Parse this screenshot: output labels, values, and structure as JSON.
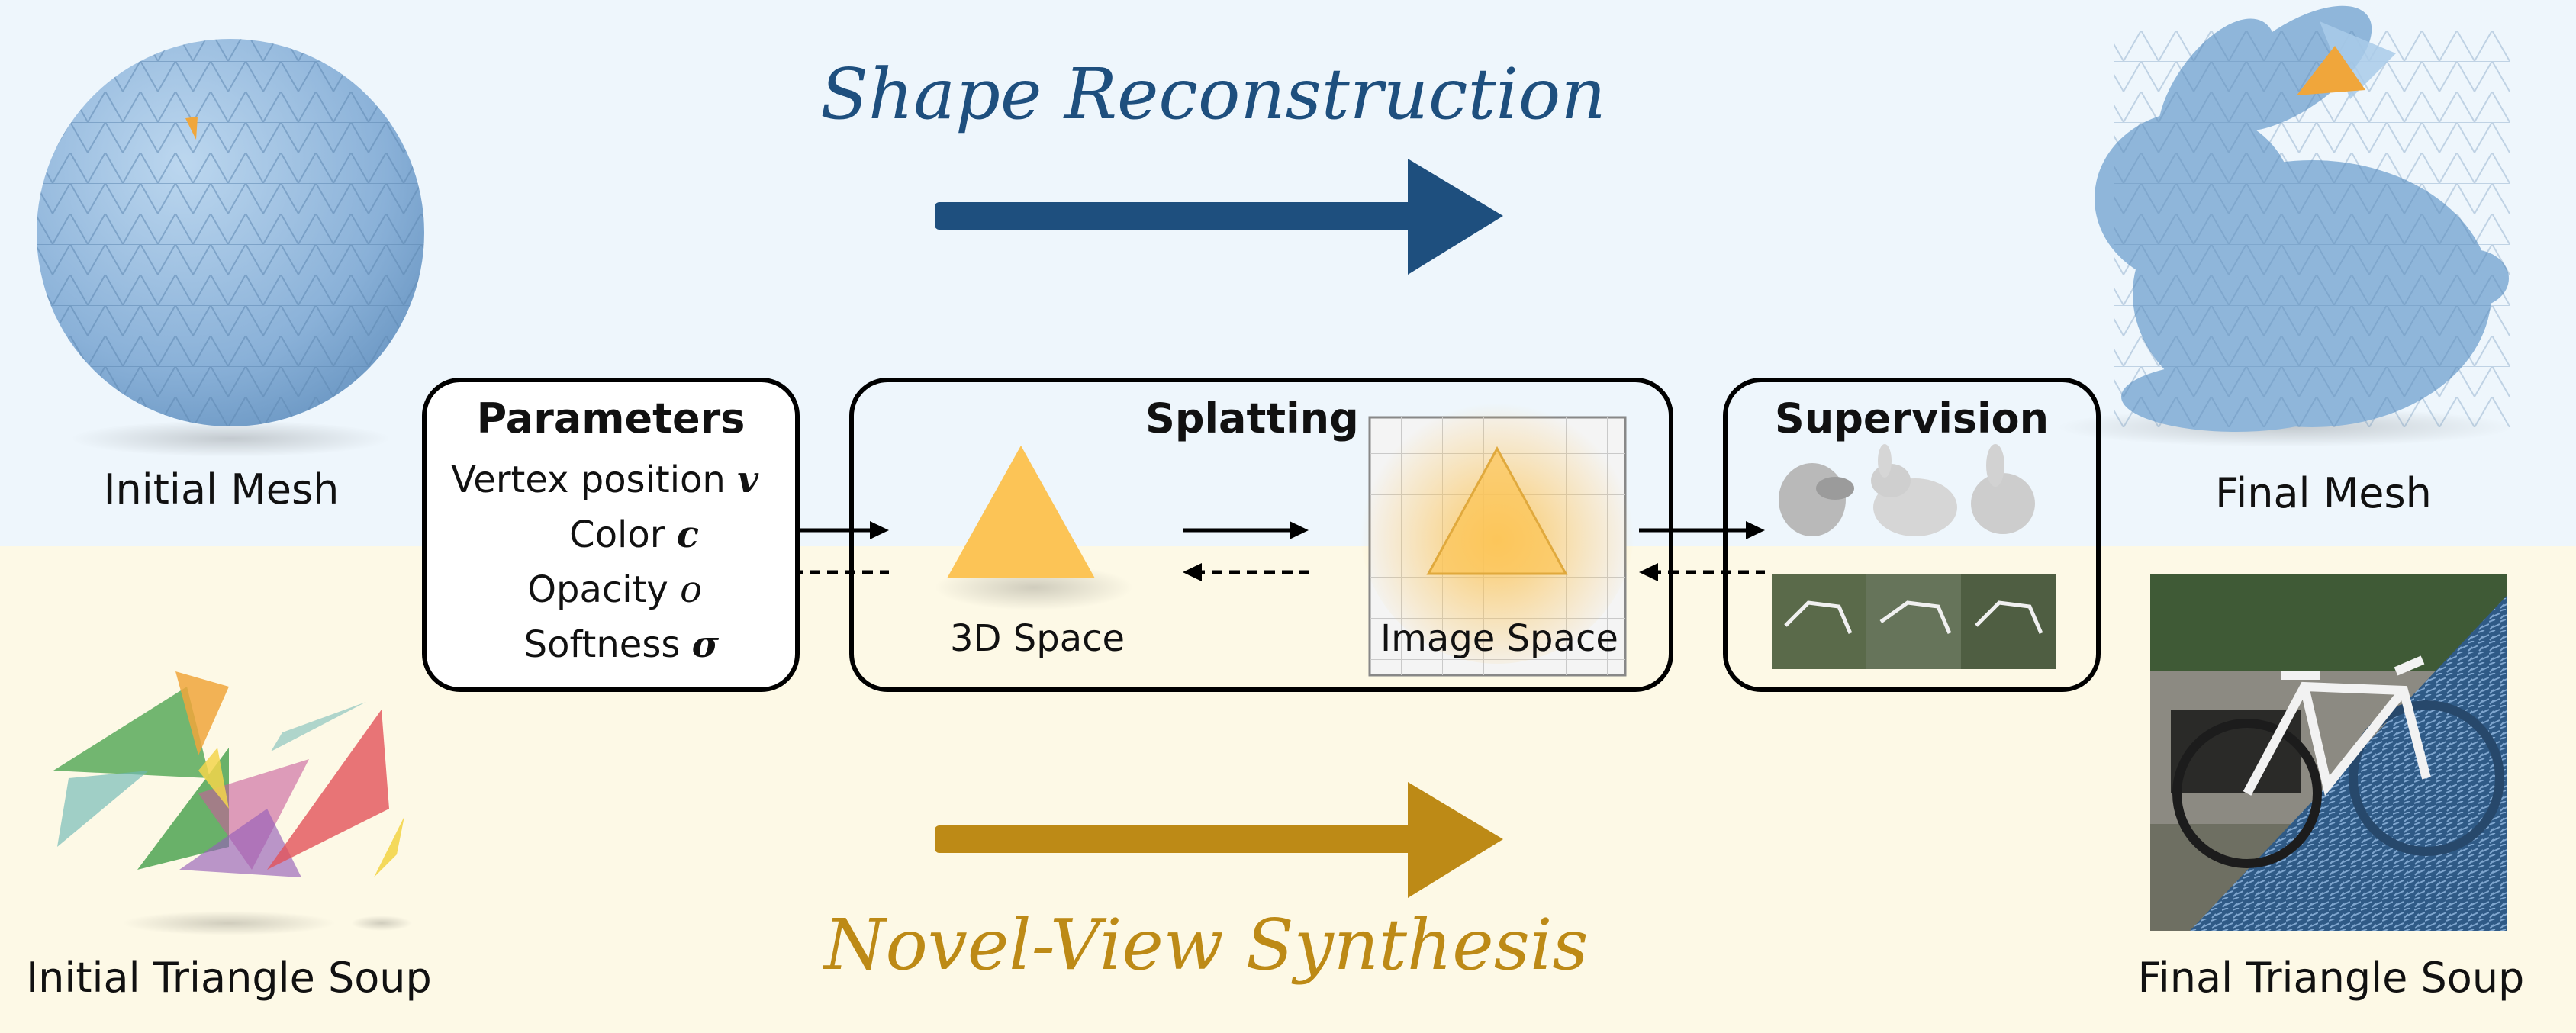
{
  "titles": {
    "top": "Shape Reconstruction",
    "bottom": "Novel-View Synthesis"
  },
  "labels": {
    "initial_mesh": "Initial Mesh",
    "final_mesh": "Final Mesh",
    "initial_soup": "Initial Triangle Soup",
    "final_soup": "Final Triangle Soup"
  },
  "parameters": {
    "title": "Parameters",
    "items": [
      {
        "text": "Vertex position",
        "symbol": "v"
      },
      {
        "text": "Color",
        "symbol": "c"
      },
      {
        "text": "Opacity",
        "symbol": "o"
      },
      {
        "text": "Softness",
        "symbol": "σ"
      }
    ]
  },
  "splatting": {
    "title": "Splatting",
    "space_3d": "3D Space",
    "space_image": "Image Space"
  },
  "supervision": {
    "title": "Supervision"
  },
  "colors": {
    "top_band": "#eef6fc",
    "bottom_band": "#fdf9e6",
    "top_arrow": "#1e4f7e",
    "bottom_arrow": "#bd8a16",
    "triangle": "#fcc456",
    "mesh_blue": "#8fb6da"
  }
}
